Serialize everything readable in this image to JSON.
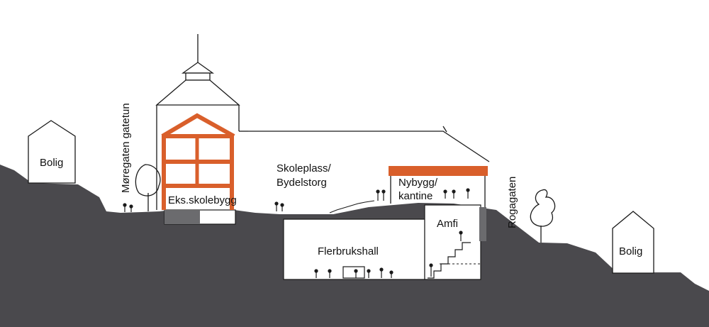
{
  "labels": {
    "bolig_left": "Bolig",
    "moregaten": "Møregaten gatetun",
    "eks_skolebygg": "Eks.skolebygg",
    "skoleplass_1": "Skoleplass/",
    "skoleplass_2": "Bydelstorg",
    "nybygg_1": "Nybygg/",
    "nybygg_2": "kantine",
    "amfi": "Amfi",
    "flerbrukshall": "Flerbrukshall",
    "rogagaten": "Rogagaten",
    "bolig_right": "Bolig"
  },
  "colors": {
    "ground": "#4a494d",
    "accent_orange": "#d95f2b",
    "line": "#1a1a1a",
    "background": "#ffffff"
  }
}
